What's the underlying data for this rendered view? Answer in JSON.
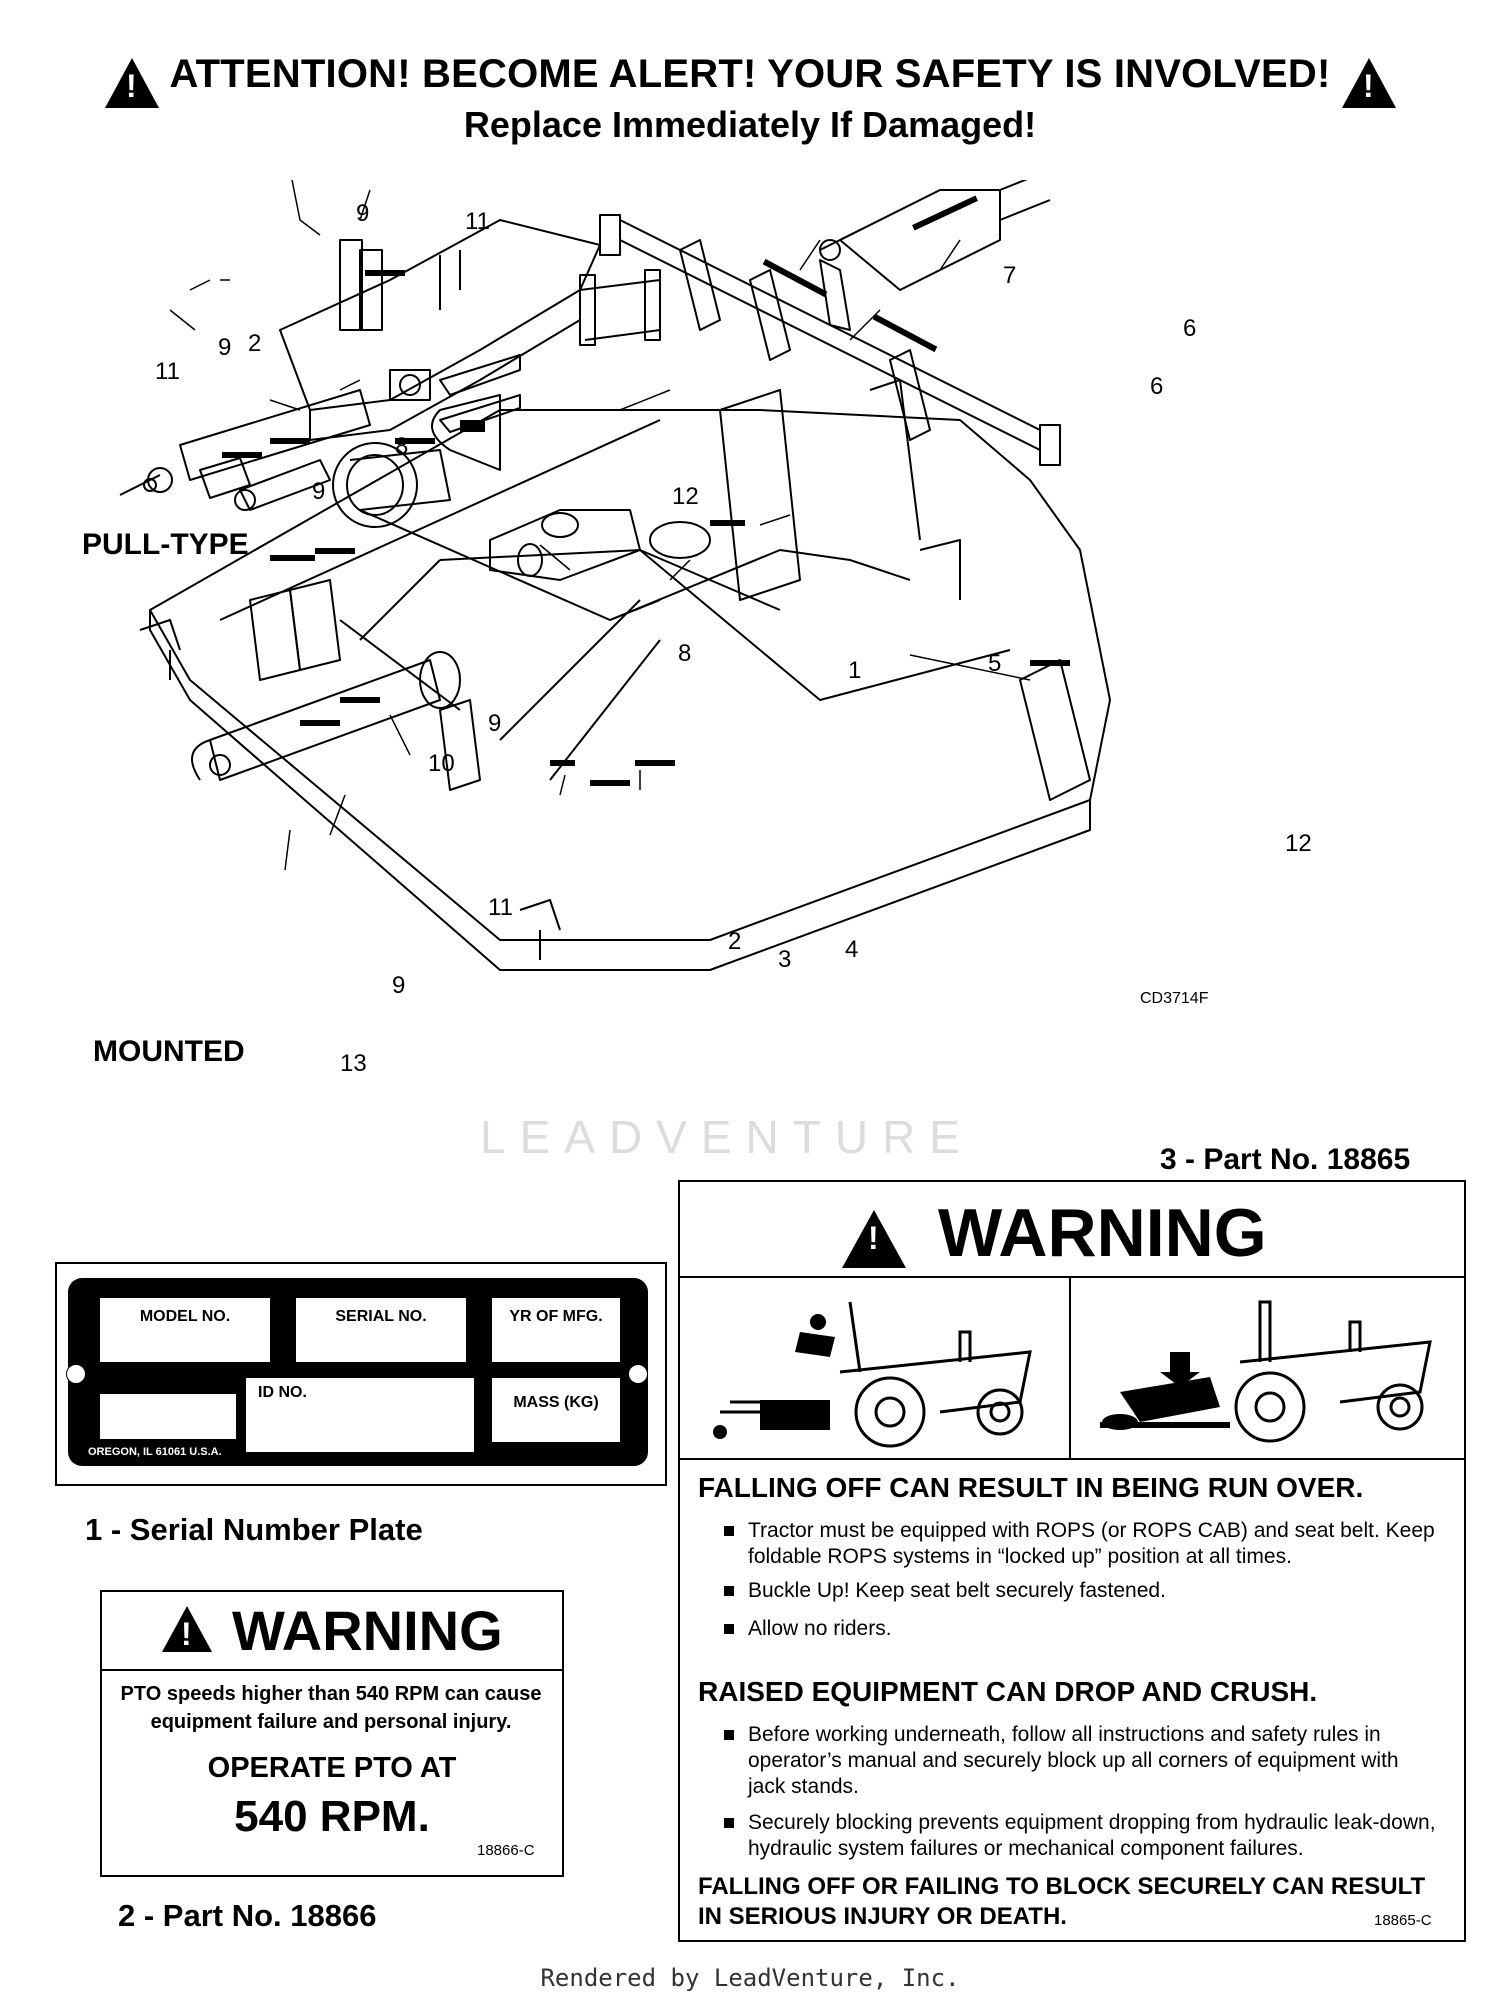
{
  "header": {
    "line1": "ATTENTION! BECOME ALERT! YOUR SAFETY IS INVOLVED!",
    "line2": "Replace Immediately If Damaged!"
  },
  "diagram": {
    "pull_type_label": "PULL-TYPE",
    "mounted_label": "MOUNTED",
    "drawing_code": "CD3714F",
    "watermark": "LEADVENTURE",
    "callouts": [
      "9",
      "11",
      "9",
      "2",
      "11",
      "8",
      "9",
      "7",
      "6",
      "6",
      "12",
      "8",
      "1",
      "5",
      "9",
      "10",
      "12",
      "11",
      "2",
      "3",
      "4",
      "9",
      "13"
    ]
  },
  "decal1": {
    "caption": "1 - Serial Number Plate",
    "model": "MODEL NO.",
    "serial": "SERIAL NO.",
    "year": "YR OF MFG.",
    "id": "ID NO.",
    "mass": "MASS (KG)",
    "address": "OREGON, IL 61061 U.S.A."
  },
  "decal2": {
    "title": "WARNING",
    "text": "PTO speeds higher than 540 RPM can cause equipment failure and personal injury.",
    "operate": "OPERATE PTO AT",
    "rpm": "540 RPM.",
    "code": "18866-C",
    "caption": "2 - Part No. 18866"
  },
  "decal3": {
    "caption": "3 - Part No. 18865",
    "title": "WARNING",
    "heading1": "FALLING OFF CAN RESULT IN BEING RUN OVER.",
    "bullets1": [
      "Tractor must be equipped with ROPS (or ROPS CAB) and seat belt. Keep foldable ROPS systems in “locked up” position at all times.",
      "Buckle Up! Keep seat belt securely fastened.",
      "Allow no riders."
    ],
    "heading2": "RAISED EQUIPMENT CAN DROP AND CRUSH.",
    "bullets2": [
      "Before working underneath, follow all instructions and safety rules in operator’s manual and securely block up all corners of equipment with jack stands.",
      "Securely blocking prevents equipment dropping from hydraulic leak-down, hydraulic system failures or mechanical component failures."
    ],
    "footer_warning": "FALLING OFF OR FAILING TO BLOCK SECURELY CAN RESULT IN SERIOUS INJURY OR DEATH.",
    "code": "18865-C"
  },
  "footer": "Rendered by LeadVenture, Inc."
}
